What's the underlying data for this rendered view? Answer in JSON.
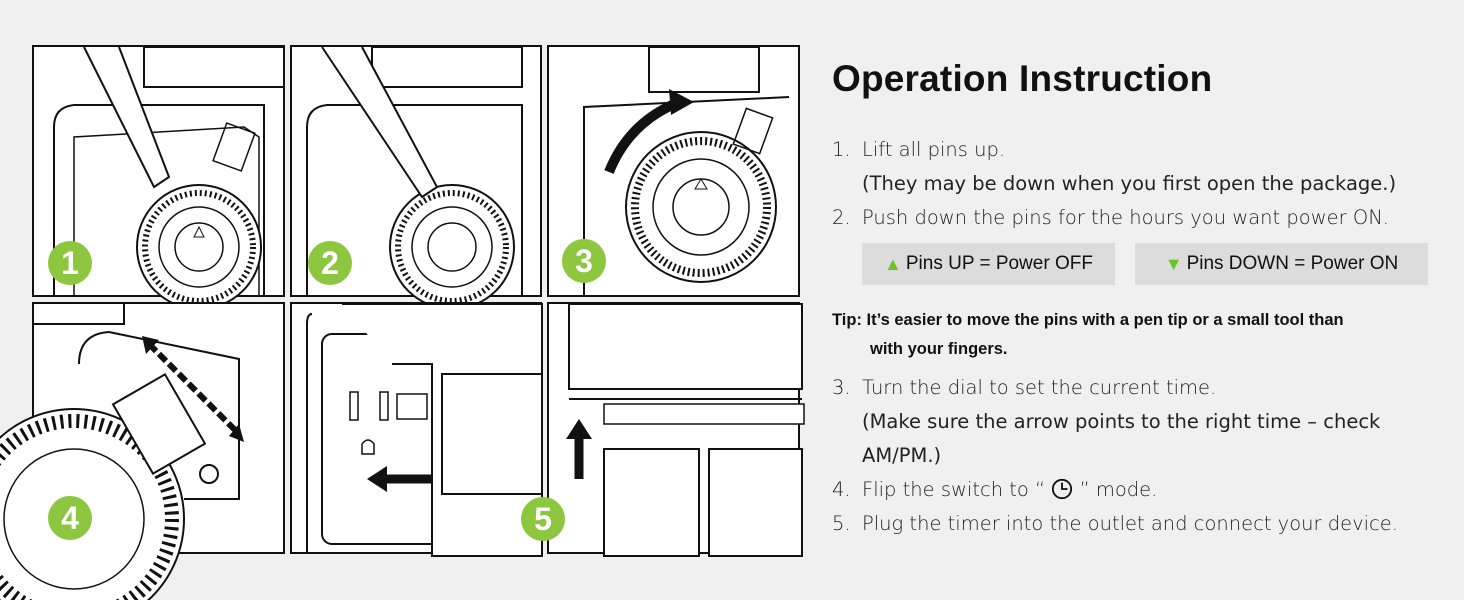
{
  "badges": [
    "1",
    "2",
    "3",
    "4",
    "5"
  ],
  "title": "Operation Instruction",
  "steps": {
    "s1": {
      "num": "1.",
      "text": "Lift all pins up.",
      "note": "(They may be down when you first open the package.)"
    },
    "s2": {
      "num": "2.",
      "text": "Push down the pins for the hours you want power ON."
    },
    "legend_up": "Pins UP = Power OFF",
    "legend_down": "Pins DOWN = Power ON",
    "tip_label": "Tip:",
    "tip_text": "It’s easier to move the pins with a pen tip or a small tool than",
    "tip_text2": "with your fingers.",
    "s3": {
      "num": "3.",
      "text": "Turn the dial to set the current time.",
      "note1": "(Make sure the arrow points to the right time – check",
      "note2": "AM/PM.)"
    },
    "s4": {
      "num": "4.",
      "text_before": "Flip the switch to “",
      "text_after": "” mode."
    },
    "s5": {
      "num": "5.",
      "text": "Plug the timer into the outlet and connect your device."
    }
  },
  "colors": {
    "badge": "#8dc63f",
    "arrow_up": "#6cc226",
    "pill_bg": "#dcdcdc",
    "background": "#f0f0f0"
  },
  "icons": [
    "clock-icon",
    "triangle-up-icon",
    "triangle-down-icon"
  ]
}
